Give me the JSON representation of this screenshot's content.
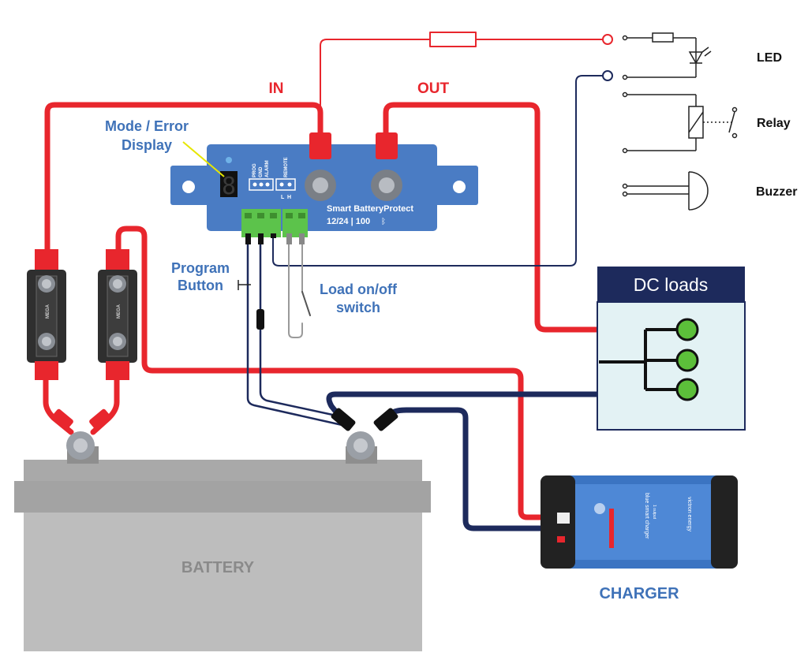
{
  "labels": {
    "in": "IN",
    "out": "OUT",
    "mode_error_line1": "Mode / Error",
    "mode_error_line2": "Display",
    "program_line1": "Program",
    "program_line2": "Button",
    "load_switch_line1": "Load on/off",
    "load_switch_line2": "switch",
    "led": "LED",
    "relay": "Relay",
    "buzzer": "Buzzer",
    "dc_loads": "DC loads",
    "battery": "BATTERY",
    "charger": "CHARGER"
  },
  "device": {
    "name": "Smart BatteryProtect",
    "rating": "12/24 | 100",
    "pin_prog": "PROG",
    "pin_gnd": "GND",
    "pin_alarm": "ALARM",
    "pin_remote": "REMOTE",
    "pin_l": "L",
    "pin_h": "H",
    "display_digit": "8"
  },
  "fuse": {
    "label": "MEGA"
  },
  "charger_unit": {
    "brand": "victron energy",
    "model": "blue smart charger",
    "sub": "1 output"
  },
  "colors": {
    "positive": "#e8262d",
    "negative": "#1d2a5c",
    "device_blue": "#4a7cc4",
    "label_blue": "#3f72b8",
    "terminal_green": "#5cc34b",
    "dc_header": "#1d2a5c",
    "dc_panel": "#e3f2f4",
    "load_green": "#5cbf3a",
    "battery_gray": "#bdbdbd"
  },
  "icons": {
    "device_bluetooth": "bluetooth-icon",
    "led": "led-icon",
    "relay": "relay-icon",
    "buzzer": "buzzer-icon",
    "resistor": "resistor-icon"
  }
}
